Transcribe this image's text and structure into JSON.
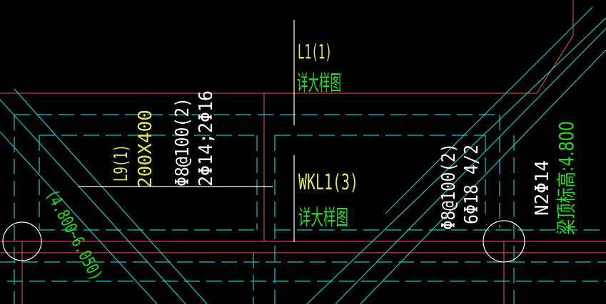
{
  "colors": {
    "background": "#000000",
    "beam_edge_red": "#c84a4a",
    "hidden_line_cyan": "#18c7c7",
    "white": "#ffffff",
    "label_yellow": "#e6e65a",
    "label_green": "#22dd22"
  },
  "labels": {
    "l1_name": "L1(1)",
    "l1_note": "详大样图",
    "l9_name": "L9(1)",
    "l9_section": "200X400",
    "l9_stirrup": "Φ8@100(2)",
    "l9_bars": "2Φ14;2Φ16",
    "wkl1_name": "WKL1(3)",
    "wkl1_note": "详大样图",
    "diag_stirrup": "Φ8@100(2)",
    "diag_bars": "6Φ18 4/2",
    "n2_bars": "N2Φ14",
    "beam_top_elevation": "梁顶标高:4.800",
    "level_range": "(4.800~6.050)"
  }
}
